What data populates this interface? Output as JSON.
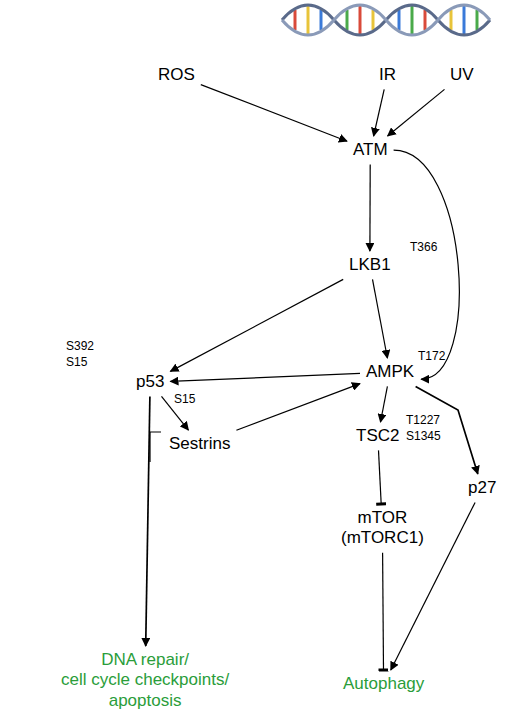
{
  "diagram": {
    "nodes": [
      {
        "text": [
          "ROS"
        ]
      },
      {
        "text": [
          "IR"
        ]
      },
      {
        "text": [
          "UV"
        ]
      },
      {
        "text": [
          "ATM"
        ]
      },
      {
        "text": [
          "LKB1"
        ]
      },
      {
        "text": [
          "AMPK"
        ]
      },
      {
        "text": [
          "p53"
        ]
      },
      {
        "text": [
          "Sestrins"
        ]
      },
      {
        "text": [
          "TSC2"
        ]
      },
      {
        "text": [
          "p27"
        ]
      },
      {
        "text": [
          "mTOR (mTORC1)"
        ]
      },
      {
        "text": [
          "DNA repair/ cell cycle checkpoints/ apoptosis"
        ]
      },
      {
        "text": [
          "Autophagy"
        ]
      }
    ],
    "edges": [
      {
        "from": 0,
        "to": 3,
        "arrow": "to"
      },
      {
        "from": 1,
        "to": 3,
        "arrow": "to"
      },
      {
        "from": 2,
        "to": 3,
        "arrow": "to"
      },
      {
        "from": 3,
        "to": 4,
        "arrow": "to"
      },
      {
        "from": 3,
        "to": 5,
        "arrow": "to"
      },
      {
        "from": 4,
        "to": 6,
        "arrow": "to"
      },
      {
        "from": 4,
        "to": 5,
        "arrow": "to"
      },
      {
        "from": 5,
        "to": 6,
        "arrow": "to"
      },
      {
        "from": 6,
        "to": 7,
        "arrow": "to"
      },
      {
        "from": 7,
        "to": 5,
        "arrow": "to"
      },
      {
        "from": 5,
        "to": 8,
        "arrow": "to"
      },
      {
        "from": 5,
        "to": 9,
        "arrow": "to"
      },
      {
        "from": 8,
        "to": 10,
        "arrow": "to"
      },
      {
        "from": 10,
        "to": 12,
        "arrow": "to"
      },
      {
        "from": 9,
        "to": 12,
        "arrow": "to"
      },
      {
        "from": 6,
        "to": 11,
        "arrow": "to"
      }
    ],
    "labels": [
      "T366",
      "S392",
      "S15",
      "S15",
      "T172",
      "T1227",
      "S1345"
    ]
  }
}
